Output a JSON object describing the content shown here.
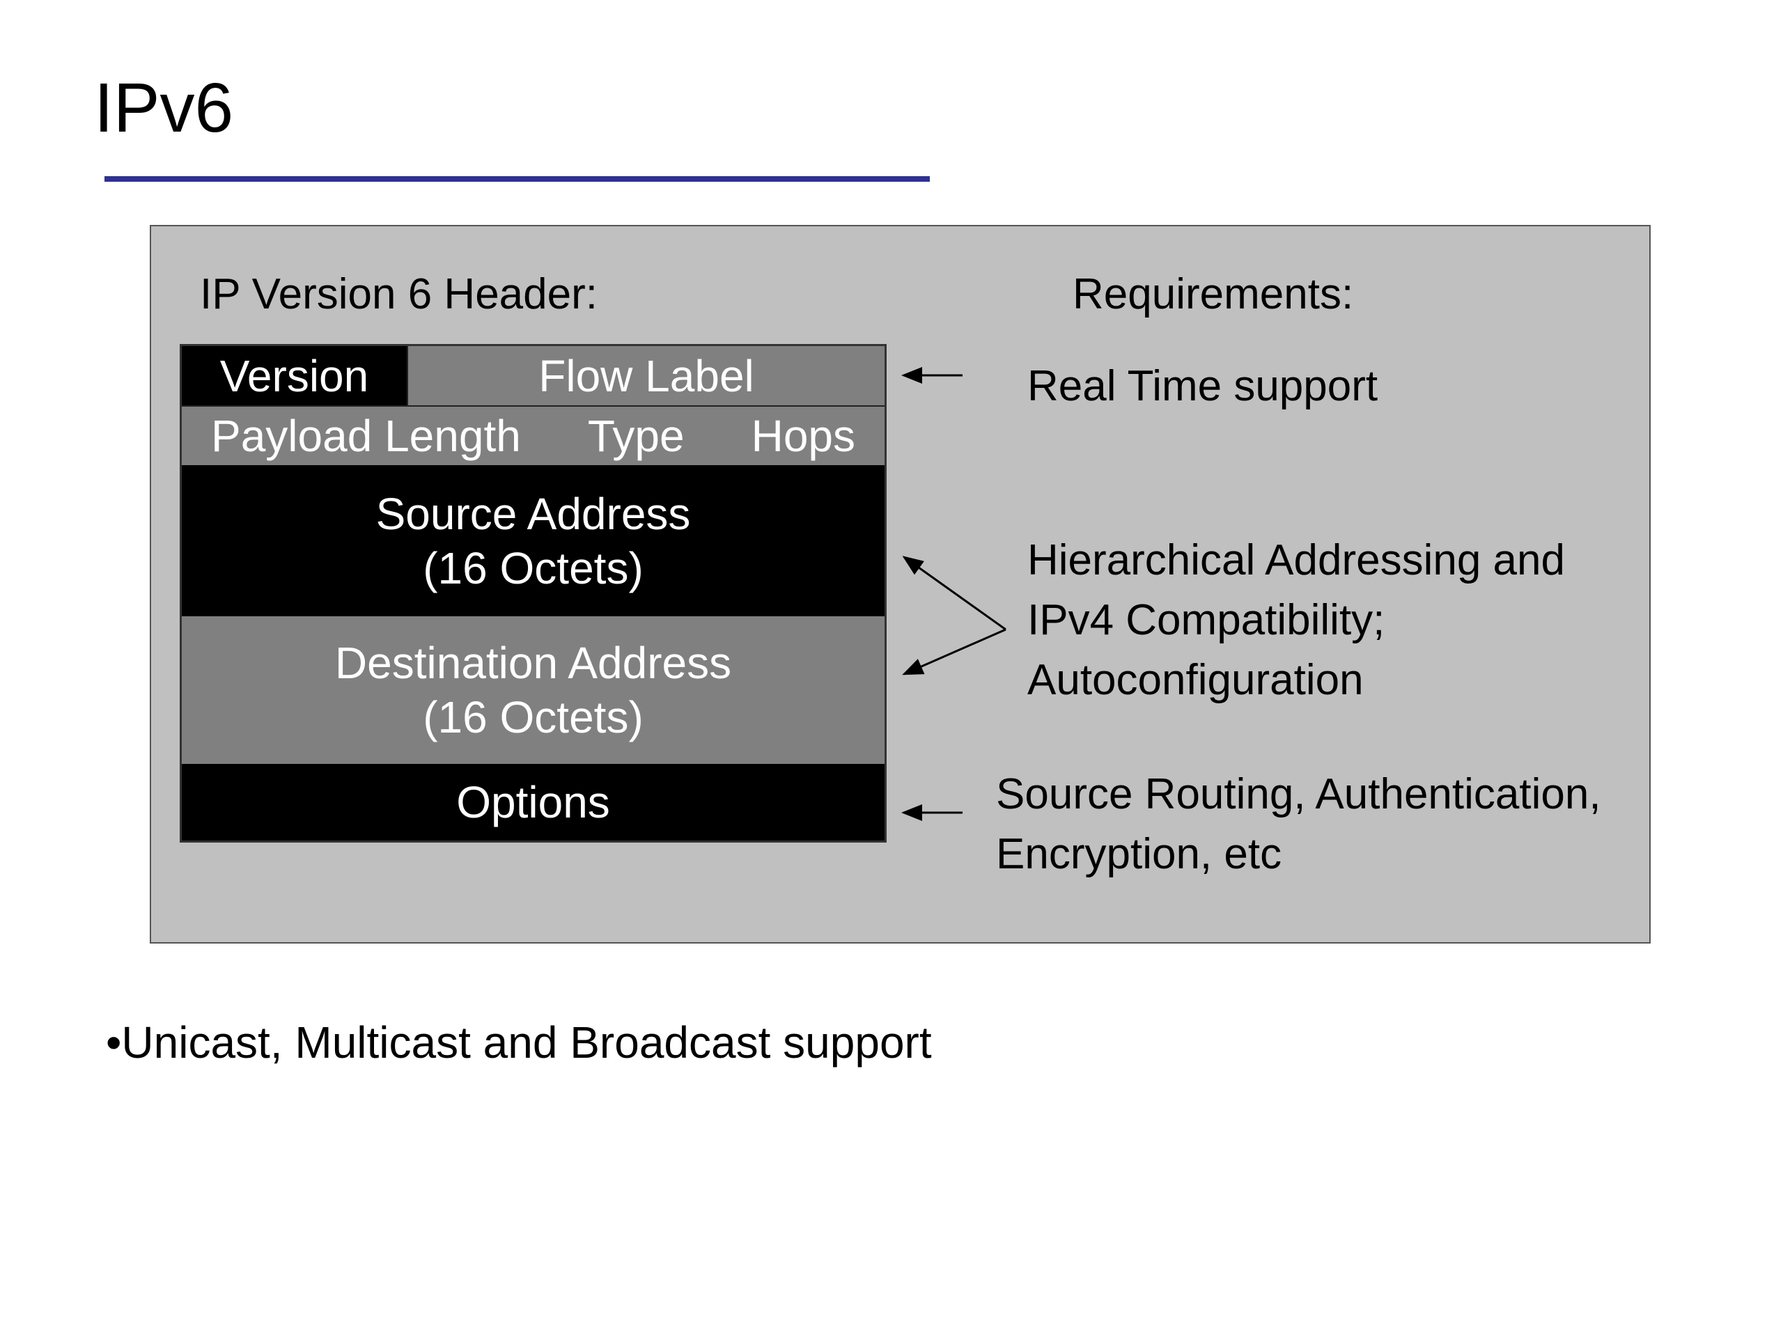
{
  "slide": {
    "title": "IPv6",
    "rule_color": "#2e3192"
  },
  "panel": {
    "header_heading": "IP Version 6 Header:",
    "requirements_heading": "Requirements:",
    "header_fields": {
      "version": "Version",
      "flow_label": "Flow Label",
      "payload_length": "Payload Length",
      "type": "Type",
      "hops": "Hops",
      "source_address": "Source Address",
      "source_octets": "(16 Octets)",
      "destination_address": "Destination Address",
      "destination_octets": "(16 Octets)",
      "options": "Options"
    },
    "requirements": {
      "real_time": "Real Time support",
      "addressing_line1": "Hierarchical Addressing and",
      "addressing_line2": "IPv4 Compatibility;",
      "addressing_line3": "Autoconfiguration",
      "routing_line1": "Source Routing, Authentication,",
      "routing_line2": "Encryption, etc"
    }
  },
  "bullets": [
    "•Unicast, Multicast and Broadcast support"
  ]
}
